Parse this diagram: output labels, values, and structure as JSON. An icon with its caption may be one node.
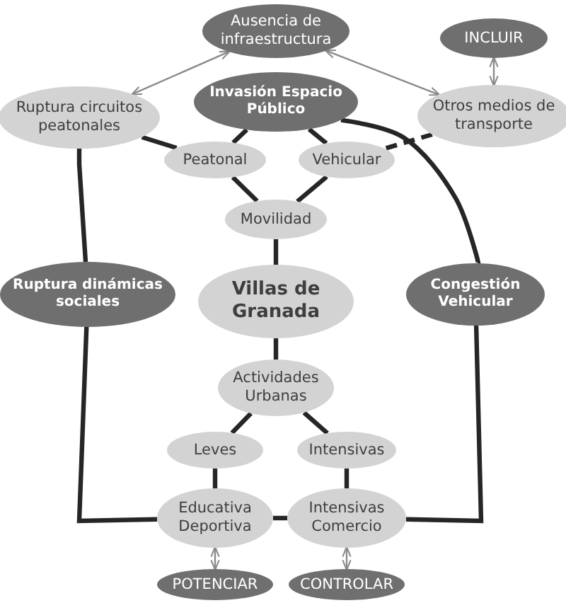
{
  "diagram": {
    "nodes": [
      {
        "text": [
          "Ausencia de infraestructura"
        ]
      },
      {
        "text": [
          "INCLUIR"
        ]
      },
      {
        "text": [
          "Ruptura circuitos peatonales"
        ]
      },
      {
        "text": [
          "Invasión Espacio Público"
        ]
      },
      {
        "text": [
          "Otros medios de transporte"
        ]
      },
      {
        "text": [
          "Peatonal"
        ]
      },
      {
        "text": [
          "Vehicular"
        ]
      },
      {
        "text": [
          "Movilidad"
        ]
      },
      {
        "text": [
          "Villas de Granada"
        ]
      },
      {
        "text": [
          "Ruptura dinámicas sociales"
        ]
      },
      {
        "text": [
          "Congestión Vehicular"
        ]
      },
      {
        "text": [
          "Actividades Urbanas"
        ]
      },
      {
        "text": [
          "Leves"
        ]
      },
      {
        "text": [
          "Intensivas"
        ]
      },
      {
        "text": [
          "Educativa Deportiva"
        ]
      },
      {
        "text": [
          "Intensivas Comercio"
        ]
      },
      {
        "text": [
          "POTENCIAR"
        ]
      },
      {
        "text": [
          "CONTROLAR"
        ]
      }
    ],
    "edges": [
      {
        "from": 0,
        "to": 2,
        "arrow": "both",
        "color": "#8a8a8a"
      },
      {
        "from": 0,
        "to": 4,
        "arrow": "both",
        "color": "#8a8a8a"
      },
      {
        "from": 1,
        "to": 4,
        "arrow": "both",
        "color": "#8a8a8a"
      },
      {
        "from": 2,
        "to": 5,
        "arrow": "none"
      },
      {
        "from": 3,
        "to": 5,
        "arrow": "none"
      },
      {
        "from": 3,
        "to": 6,
        "arrow": "none"
      },
      {
        "from": 4,
        "to": 6,
        "arrow": "none",
        "style": "dashed"
      },
      {
        "from": 5,
        "to": 7,
        "arrow": "none"
      },
      {
        "from": 6,
        "to": 7,
        "arrow": "none"
      },
      {
        "from": 7,
        "to": 8,
        "arrow": "none"
      },
      {
        "from": 8,
        "to": 11,
        "arrow": "none"
      },
      {
        "from": 11,
        "to": 12,
        "arrow": "none"
      },
      {
        "from": 11,
        "to": 13,
        "arrow": "none"
      },
      {
        "from": 12,
        "to": 14,
        "arrow": "none"
      },
      {
        "from": 13,
        "to": 15,
        "arrow": "none"
      },
      {
        "from": 14,
        "to": 15,
        "arrow": "none"
      },
      {
        "from": 2,
        "to": 9,
        "arrow": "none"
      },
      {
        "from": 9,
        "to": 14,
        "arrow": "none"
      },
      {
        "from": 3,
        "to": 10,
        "arrow": "none"
      },
      {
        "from": 10,
        "to": 15,
        "arrow": "none"
      },
      {
        "from": 14,
        "to": 16,
        "arrow": "both",
        "color": "#8a8a8a"
      },
      {
        "from": 15,
        "to": 17,
        "arrow": "both",
        "color": "#8a8a8a"
      }
    ]
  }
}
